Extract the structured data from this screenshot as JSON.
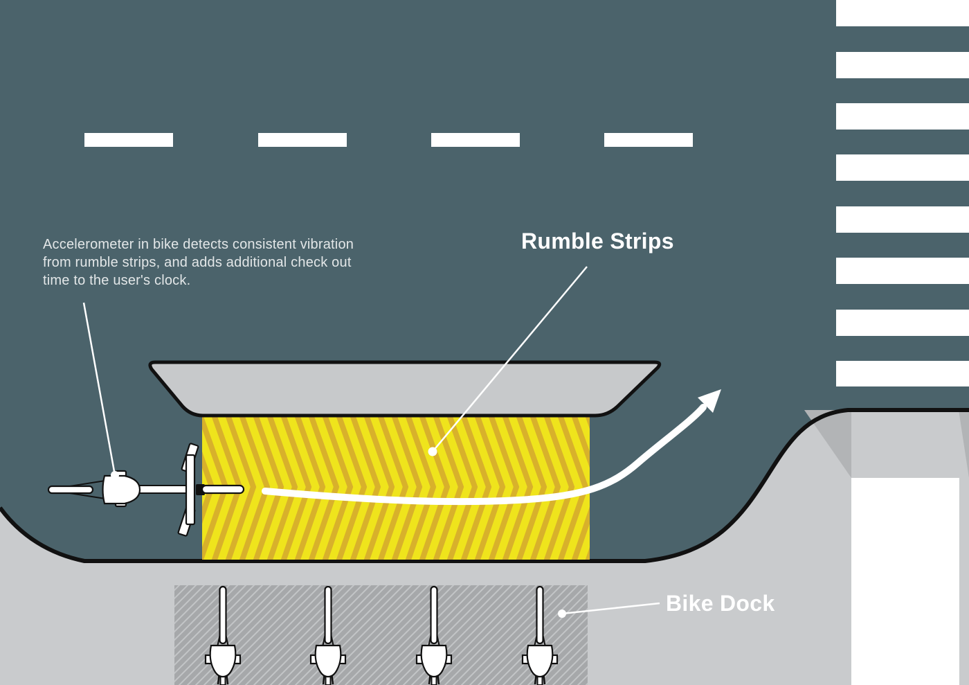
{
  "diagram": {
    "type": "bike-share-street-plan",
    "callout_accelerometer": {
      "line1": "Accelerometer in bike detects consistent vibration",
      "line2": "from rumble strips, and adds additional check out",
      "line3": "time to the user's clock."
    },
    "labels": {
      "rumble_strips": "Rumble Strips",
      "bike_dock": "Bike Dock"
    },
    "counts": {
      "lane_divider_dashes": 4,
      "crosswalk_stripes": 8,
      "docked_bikes": 4
    },
    "icons": {
      "rider_bike": "bike-top-view-icon",
      "docked_bike": "bike-top-view-icon",
      "route_arrow": "curved-arrow-icon",
      "annotation_dot": "leader-dot-icon"
    },
    "colors": {
      "road": "#4b636b",
      "sidewalk": "#c9cbcd",
      "island": "#c7c9cb",
      "curb_ramp_flare": "#b2b4b6",
      "curb_ramp_path": "#ffffff",
      "dock_fill": "#a6a8aa",
      "dock_hatch": "#c3c5c7",
      "rumble_yellow": "#efe41c",
      "rumble_chevron": "#d8b12b",
      "outline_black": "#111111",
      "marking_white": "#ffffff",
      "callout_text": "#e3e7e8"
    }
  }
}
